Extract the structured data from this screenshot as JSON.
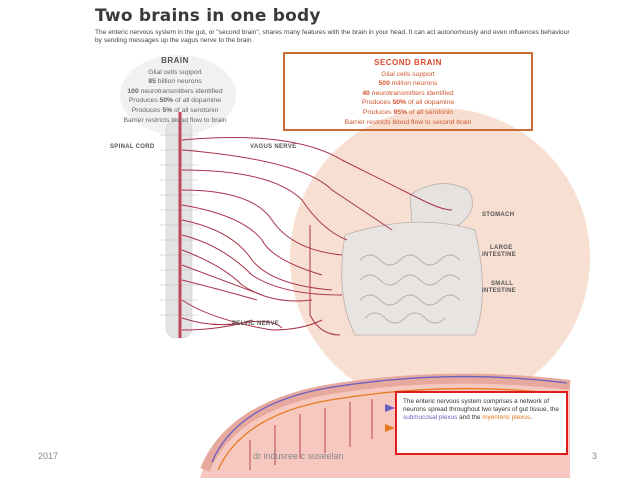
{
  "title": "Two brains in one body",
  "subtitle": "The enteric nervous system in the gut, or \"second brain\", shares many features with the brain in your head. It can act autonomously and even influences behaviour by sending messages up the vagus nerve to the brain",
  "brain": {
    "heading": "BRAIN",
    "line1": "Glial cells support",
    "line2_num": "85",
    "line2_text": " billion neurons",
    "line3_num": "100",
    "line3_text": " neurotransmitters identified",
    "line4_pre": "Produces ",
    "line4_num": "50%",
    "line4_post": " of all dopamine",
    "line5_pre": "Produces ",
    "line5_num": "5%",
    "line5_post": " of all serotonin",
    "line6": "Barrier restricts blood flow to brain"
  },
  "second_brain": {
    "heading": "SECOND BRAIN",
    "line1": "Glial cells support",
    "line2_num": "500",
    "line2_text": " million neurons",
    "line3_num": "40",
    "line3_text": " neurotransmitters identified",
    "line4_pre": "Produces ",
    "line4_num": "50%",
    "line4_post": " of all dopamine",
    "line5_pre": "Produces ",
    "line5_num": "95%",
    "line5_post": " of all serotonin",
    "line6": "Barrier restricts blood flow to second brain"
  },
  "labels": {
    "spinal_cord": "SPINAL CORD",
    "vagus_nerve": "VAGUS NERVE",
    "stomach": "STOMACH",
    "large_1": "LARGE",
    "large_2": "INTESTINE",
    "small_1": "SMALL",
    "small_2": "INTESTINE",
    "pelvic_nerve": "PELVIC NERVE"
  },
  "info_box": {
    "text_pre": "The enteric nervous system comprises a network of neurons spread throughout two layers of gut tissue, the ",
    "submucosal": "submucosal plexus",
    "and": " and the ",
    "myenteric": "myenteric plexus",
    "end": "."
  },
  "footer": {
    "year": "2017",
    "author": "dr indusree c suseelan",
    "page": "3"
  },
  "colors": {
    "nerve": "#a8344a",
    "second_brain_border": "#c86b35",
    "info_border": "#e11b1b",
    "submucosal": "#6b5fc2",
    "myenteric": "#e57a1e"
  }
}
